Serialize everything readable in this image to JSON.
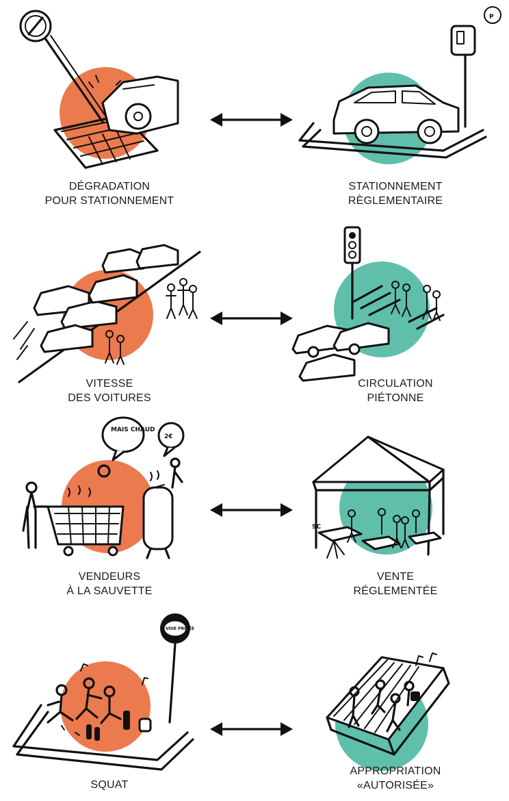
{
  "colors": {
    "negative": "#ec7a4f",
    "positive": "#5fbfab",
    "ink": "#111111"
  },
  "rows": [
    {
      "left": {
        "icon": "damaged-parking-sign-car-icon",
        "line1": "DÉGRADATION",
        "line2": "POUR STATIONNEMENT"
      },
      "right": {
        "icon": "regulated-parking-car-icon",
        "line1": "STATIONNEMENT",
        "line2": "RÈGLEMENTAIRE"
      }
    },
    {
      "left": {
        "icon": "speeding-cars-icon",
        "line1": "VITESSE",
        "line2": "DES VOITURES"
      },
      "right": {
        "icon": "pedestrian-crossing-icon",
        "line1": "CIRCULATION",
        "line2": "PIÉTONNE"
      }
    },
    {
      "left": {
        "icon": "street-vendor-cart-icon",
        "line1": "VENDEURS",
        "line2": "À LA SAUVETTE",
        "bubble1": "MAIS CHAUD",
        "bubble2": "2€"
      },
      "right": {
        "icon": "market-tent-icon",
        "line1": "VENTE",
        "line2": "RÉGLEMENTÉE"
      }
    },
    {
      "left": {
        "icon": "squat-group-icon",
        "line1": "SQUAT",
        "line2": "",
        "sign": "VOIE PRIVÉE"
      },
      "right": {
        "icon": "authorized-gathering-icon",
        "line1": "APPROPRIATION",
        "line2": "«AUTORISÉE»"
      }
    }
  ]
}
